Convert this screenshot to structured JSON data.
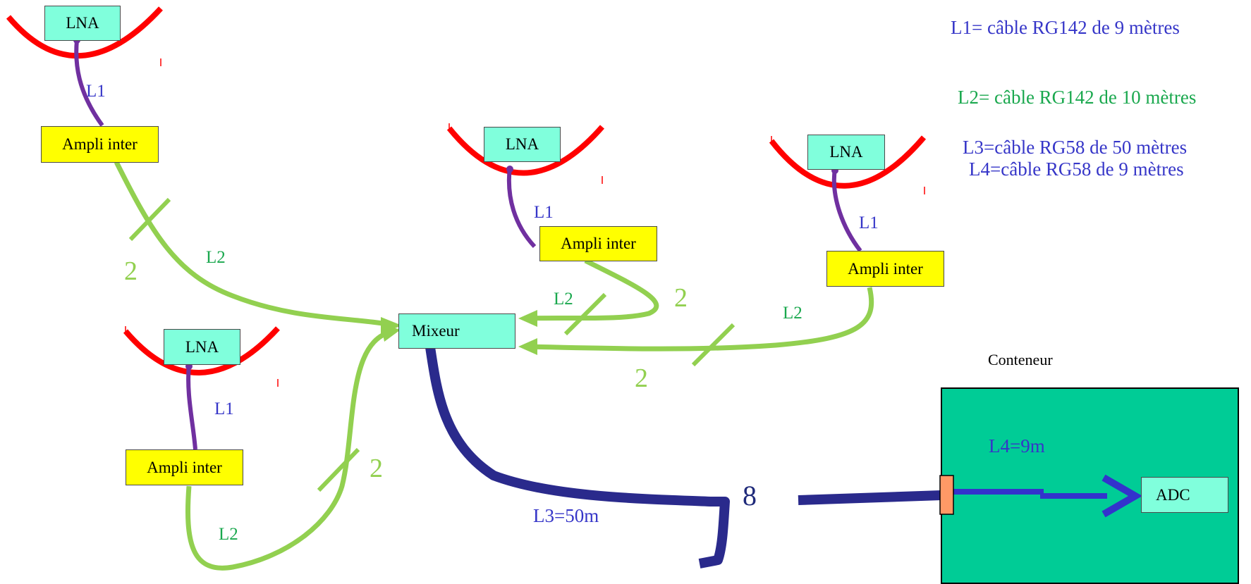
{
  "colors": {
    "dish": "#ff0000",
    "l1_cable": "#7030a0",
    "l2_cable": "#92d050",
    "l3_cable": "#2a2a8c",
    "l4_cable": "#3333cc",
    "l1_text": "#3636c8",
    "l2_text": "#1aa84e",
    "lna_fill": "#80ffdc",
    "ampli_fill": "#ffff00",
    "container_fill": "#00cc96",
    "connector_fill": "#ff9966"
  },
  "legend": {
    "l1": "L1= câble RG142 de 9 mètres",
    "l2": "L2=  câble RG142 de 10 mètres",
    "l3": "L3=câble RG58 de 50 mètres",
    "l4": "L4=câble RG58 de 9 mètres"
  },
  "antennas": [
    {
      "lna": "LNA",
      "ampli": "Ampli inter",
      "l1_label": "L1",
      "l2_label": "L2",
      "count": "2"
    },
    {
      "lna": "LNA",
      "ampli": "Ampli inter",
      "l1_label": "L1",
      "l2_label": "L2",
      "count": "2"
    },
    {
      "lna": "LNA",
      "ampli": "Ampli inter",
      "l1_label": "L1",
      "l2_label": "L2",
      "count": "2"
    },
    {
      "lna": "LNA",
      "ampli": "Ampli inter",
      "l1_label": "L1",
      "l2_label": "L2",
      "count": "2"
    }
  ],
  "mixeur": "Mixeur",
  "l3": {
    "label": "L3=50m",
    "count": "8"
  },
  "container": {
    "title": "Conteneur",
    "l4_label": "L4=9m",
    "adc": "ADC"
  }
}
